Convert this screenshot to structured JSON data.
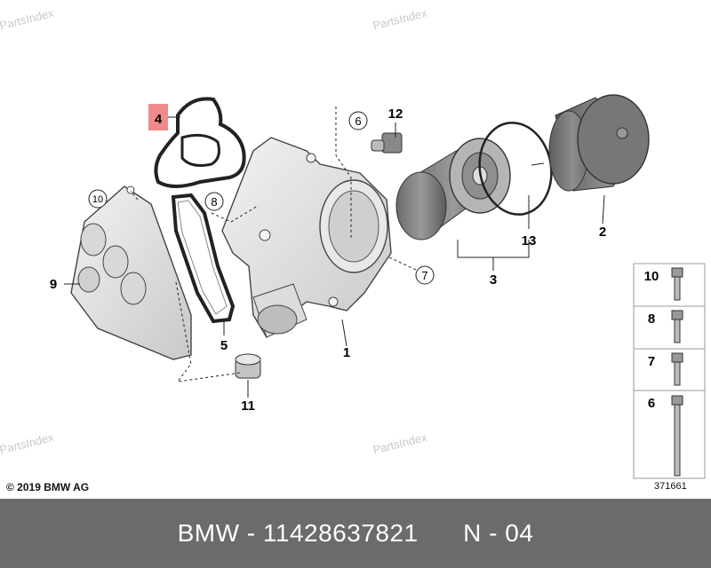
{
  "watermark": "PartsIndex",
  "copyright": "© 2019 BMW AG",
  "diagram_ref": "371661",
  "footer": {
    "brand": "BMW",
    "part_number": "11428637821",
    "page": "N - 04"
  },
  "callouts": {
    "c1": "1",
    "c2": "2",
    "c3": "3",
    "c4": "4",
    "c5": "5",
    "c6": "6",
    "c7": "7",
    "c8": "8",
    "c9": "9",
    "c10": "10",
    "c11": "11",
    "c12": "12",
    "c13": "13"
  },
  "legend": {
    "r10": "10",
    "r8": "8",
    "r7": "7",
    "r6": "6"
  },
  "colors": {
    "highlight": "#f08a8a",
    "footer_bg": "#6b6b6b",
    "part_fill": "#e4e4e4",
    "part_stroke": "#333333"
  }
}
